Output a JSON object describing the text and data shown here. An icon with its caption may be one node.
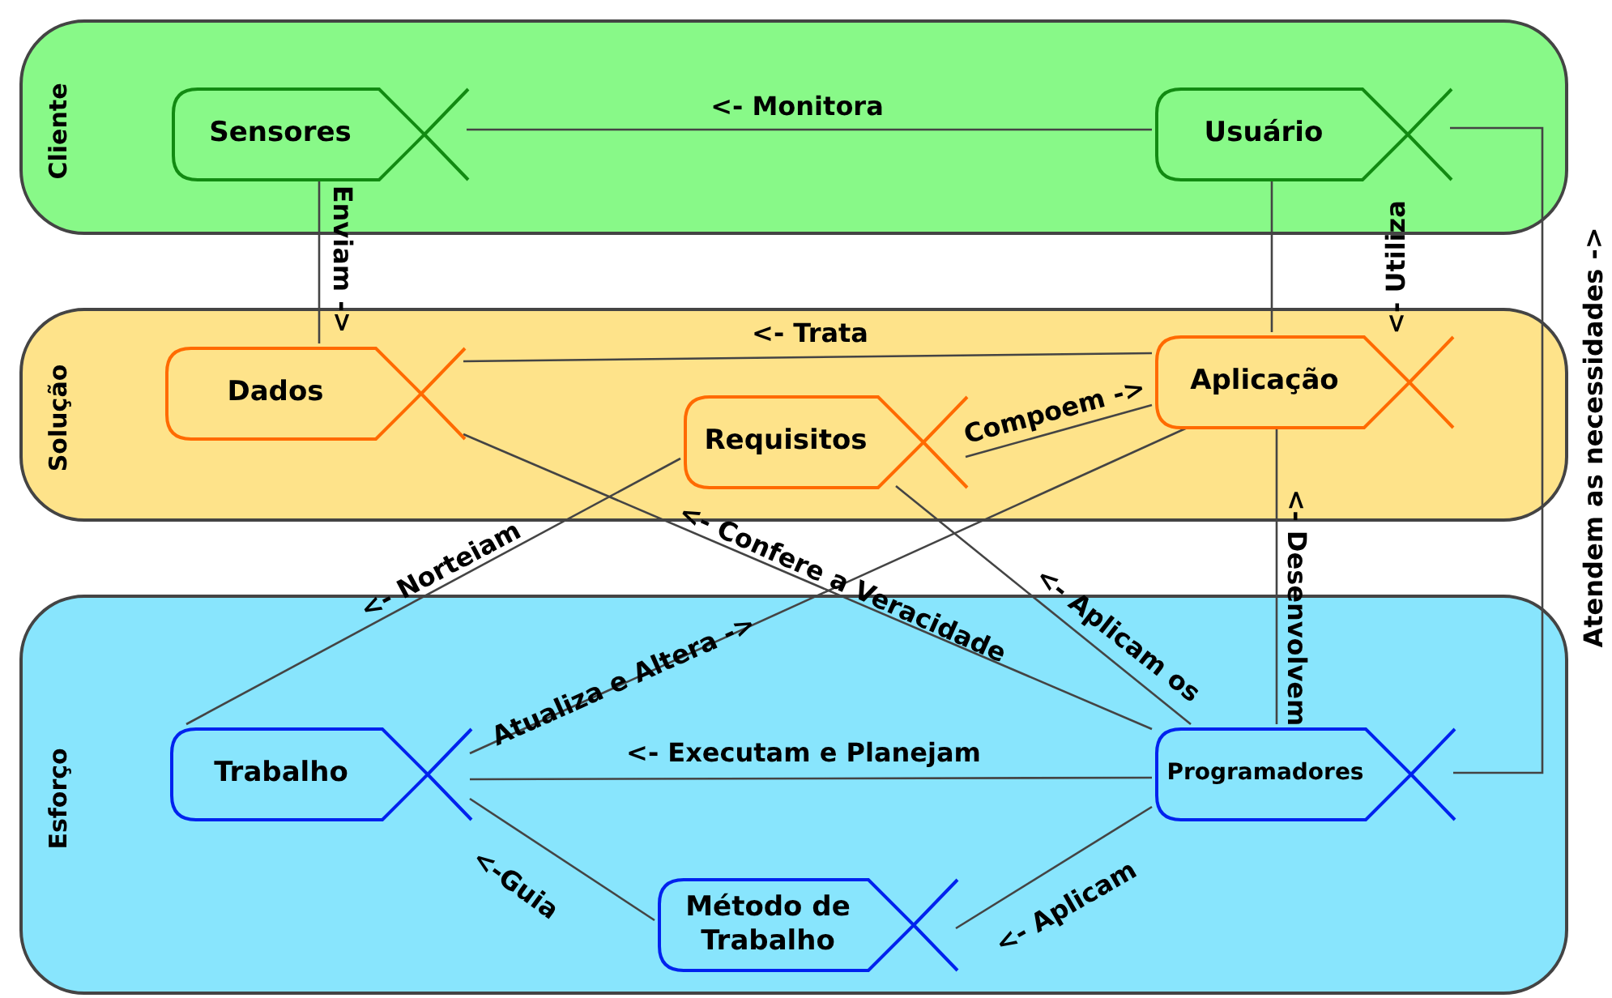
{
  "diagram": {
    "nodes": [
      {
        "text": [
          "Cliente"
        ]
      },
      {
        "text": [
          "Sensores"
        ],
        "in": 0
      },
      {
        "text": [
          "Usuário"
        ],
        "in": 0
      },
      {
        "text": [
          "Solução"
        ]
      },
      {
        "text": [
          "Dados"
        ],
        "in": 3
      },
      {
        "text": [
          "Requisitos"
        ],
        "in": 3
      },
      {
        "text": [
          "Aplicação"
        ],
        "in": 3
      },
      {
        "text": [
          "Esforço"
        ]
      },
      {
        "text": [
          "Trabalho"
        ],
        "in": 7
      },
      {
        "text": [
          "Programadores"
        ],
        "in": 7
      },
      {
        "text": [
          "Método de Trabalho"
        ],
        "in": 7
      }
    ],
    "edges": [
      {
        "from": 2,
        "to": 1,
        "arrow": "none",
        "label": "<- Monitora"
      },
      {
        "from": 1,
        "to": 4,
        "arrow": "none",
        "label": "Enviam ->"
      },
      {
        "from": 2,
        "to": 6,
        "arrow": "none",
        "label": "<- Utiliza"
      },
      {
        "from": 6,
        "to": 4,
        "arrow": "none",
        "label": "<- Trata"
      },
      {
        "from": 5,
        "to": 6,
        "arrow": "none",
        "label": "Compoem ->"
      },
      {
        "from": 9,
        "to": 4,
        "arrow": "none",
        "label": "<- Confere a Veracidade"
      },
      {
        "from": 5,
        "to": 8,
        "arrow": "none",
        "label": "<- Norteiam"
      },
      {
        "from": 8,
        "to": 6,
        "arrow": "none",
        "label": "Atualiza e Altera ->"
      },
      {
        "from": 5,
        "to": 9,
        "arrow": "none",
        "label": "<- Aplicam os"
      },
      {
        "from": 9,
        "to": 6,
        "arrow": "none",
        "label": "<- Desenvolvem"
      },
      {
        "from": 9,
        "to": 8,
        "arrow": "none",
        "label": "<- Executam e Planejam"
      },
      {
        "from": 10,
        "to": 8,
        "arrow": "none",
        "label": "<-Guia"
      },
      {
        "from": 9,
        "to": 10,
        "arrow": "none",
        "label": "<- Aplicam"
      },
      {
        "from": 9,
        "to": 2,
        "arrow": "none",
        "label": "Atendem as necessidades ->"
      }
    ]
  }
}
